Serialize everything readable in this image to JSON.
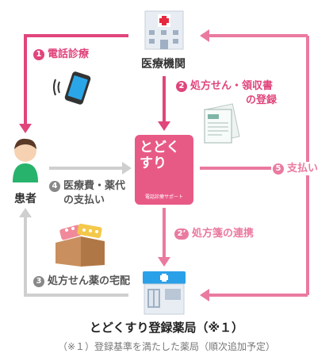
{
  "nodes": {
    "hospital": "医療機関",
    "patient": "患者",
    "center_brand": "とどくすり",
    "center_sub": "電話診療サポート",
    "pharmacy": "とどくすり登録薬局（※１）",
    "pharmacy_note": "（※１）登録基準を満たした薬局（順次追加予定）"
  },
  "steps": {
    "s1": {
      "num": "1",
      "text": "電話診療"
    },
    "s2": {
      "num": "2",
      "line1": "処方せん・領収書",
      "line2": "の登録"
    },
    "s2b": {
      "num": "2’",
      "text": "処方箋の連携"
    },
    "s3": {
      "num": "3",
      "text": "処方せん薬の宅配"
    },
    "s4": {
      "num": "4",
      "line1": "医療費・薬代",
      "line2": "の支払い"
    },
    "s5": {
      "num": "5",
      "text": "支払い"
    }
  },
  "colors": {
    "pink_dark": "#e0457b",
    "pink_light": "#ea7aa0",
    "gray": "#cfcfcf",
    "brand_box": "#e85a86"
  },
  "icons": [
    "hospital-icon",
    "phone-icon",
    "person-icon",
    "prescription-icon",
    "medicine-box-icon",
    "pharmacy-icon"
  ]
}
